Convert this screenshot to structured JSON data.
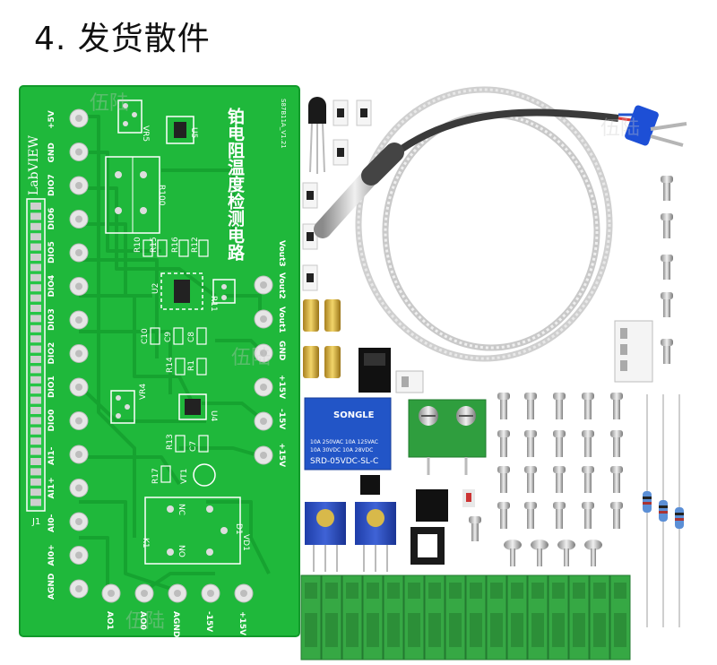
{
  "title": "4. 发货散件",
  "pcb": {
    "board_title": "铂电阻温度检测电路",
    "brand": "LabVIEW",
    "version": "S87B11A_V1.21",
    "left_pins": [
      "+5V",
      "GND",
      "DIO7",
      "DIO6",
      "DIO5",
      "DIO4",
      "DIO3",
      "DIO2",
      "DIO1",
      "DIO0",
      "AI1-",
      "AI1+",
      "AI0-",
      "AI0+",
      "AGND"
    ],
    "bottom_pins": [
      "AO1",
      "AO0",
      "AGND",
      "-15V",
      "+15V"
    ],
    "right_pins": [
      "Vout3",
      "Vout2",
      "Vout1",
      "GND",
      "+15V",
      "-15V",
      "+15V"
    ],
    "refs": [
      "VR5",
      "U5",
      "R100",
      "R10",
      "R15",
      "R16",
      "R12",
      "U2",
      "R11",
      "C10",
      "C9",
      "C8",
      "R14",
      "R1",
      "VR4",
      "U4",
      "R13",
      "C7",
      "R17",
      "VT1",
      "K1",
      "NO",
      "NC",
      "D1",
      "VD1",
      "J1"
    ],
    "colors": {
      "board": "#1fb83b",
      "trace": "#17a531",
      "silk": "#ffffff",
      "pad": "#d9d9d9"
    }
  },
  "relay": {
    "brand": "SONGLE",
    "line1": "10A 250VAC  10A 125VAC",
    "line2": "10A  30VDC  10A  28VDC",
    "model": "SRD-05VDC-SL-C"
  },
  "watermark": "伍陆"
}
